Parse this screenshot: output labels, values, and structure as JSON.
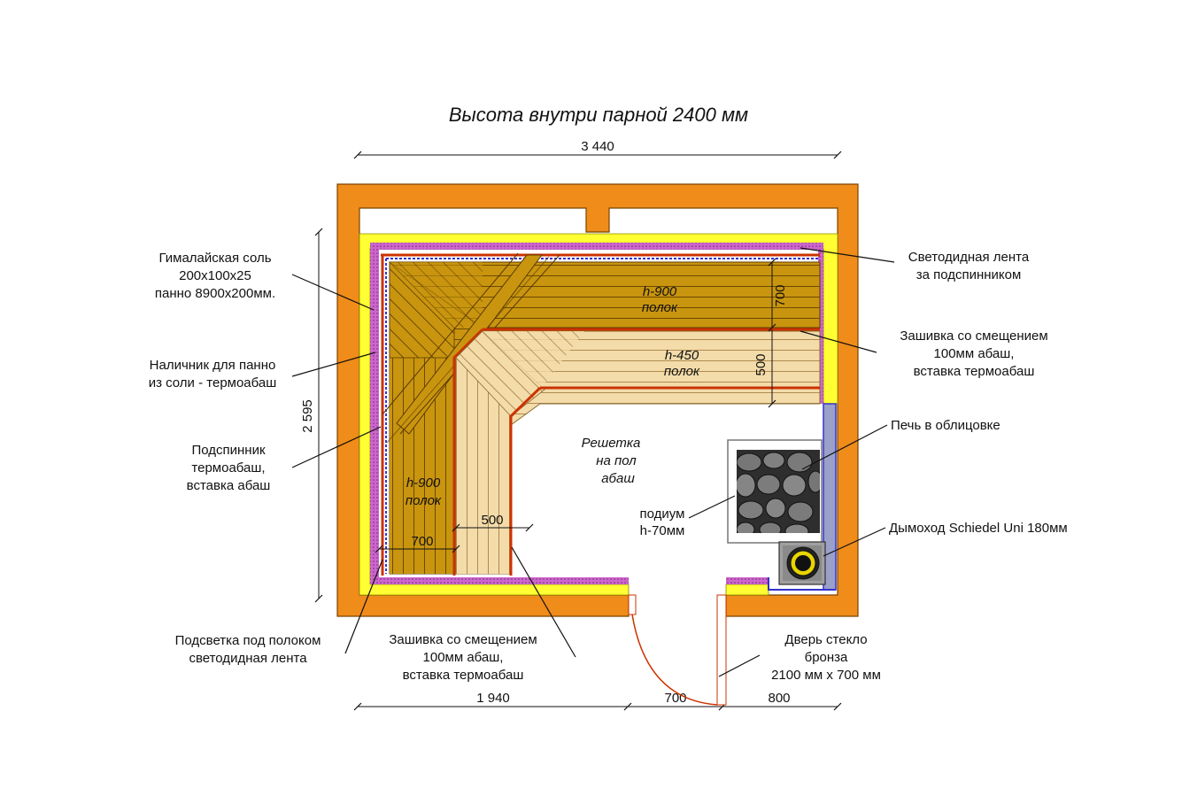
{
  "title": "Высота внутри парной 2400 мм",
  "dimensions": {
    "top_width": "3 440",
    "left_height": "2 595",
    "bottom_left": "1 940",
    "bottom_door": "700",
    "bottom_right": "800",
    "upper_shelf_depth": "700",
    "lower_shelf_depth": "500",
    "left_lower_width": "500",
    "left_upper_width": "700"
  },
  "shelves": {
    "upper_right": {
      "height": "h-900",
      "name": "полок"
    },
    "lower_right": {
      "height": "h-450",
      "name": "полок"
    },
    "left": {
      "height": "h-900",
      "name": "полок"
    }
  },
  "floor_label": [
    "Решетка",
    "на пол",
    "абаш"
  ],
  "callouts": {
    "salt": [
      "Гималайская соль",
      "200х100х25",
      "панно 8900х200мм."
    ],
    "trim": [
      "Наличник для панно",
      "из соли - термоабаш"
    ],
    "backrest": [
      "Подспинник",
      "термоабаш,",
      "вставка абаш"
    ],
    "under_light": [
      "Подсветка под полоком",
      "светодидная лента"
    ],
    "lining_bottom": [
      "Зашивка со смещением",
      "100мм абаш,",
      "вставка термоабаш"
    ],
    "led_strip": [
      "Светодидная лента",
      "за подспинником"
    ],
    "lining_right": [
      "Зашивка со смещением",
      "100мм абаш,",
      "вставка термоабаш"
    ],
    "stove": [
      "Печь в облицовке"
    ],
    "podium": [
      "подиум",
      "h-70мм"
    ],
    "chimney": [
      "Дымоход Schiedel Uni 180мм"
    ],
    "door": [
      "Дверь стекло",
      "бронза",
      "2100 мм х 700 мм"
    ]
  },
  "colors": {
    "wall": "#f08c1a",
    "insulation": "#ffff33",
    "foil": "#cc66cc",
    "shelf_dark": "#b8860b",
    "shelf_light": "#f5deb3",
    "accent_red": "#cc3300",
    "blue_line": "#3333cc",
    "stone": "#707070"
  }
}
